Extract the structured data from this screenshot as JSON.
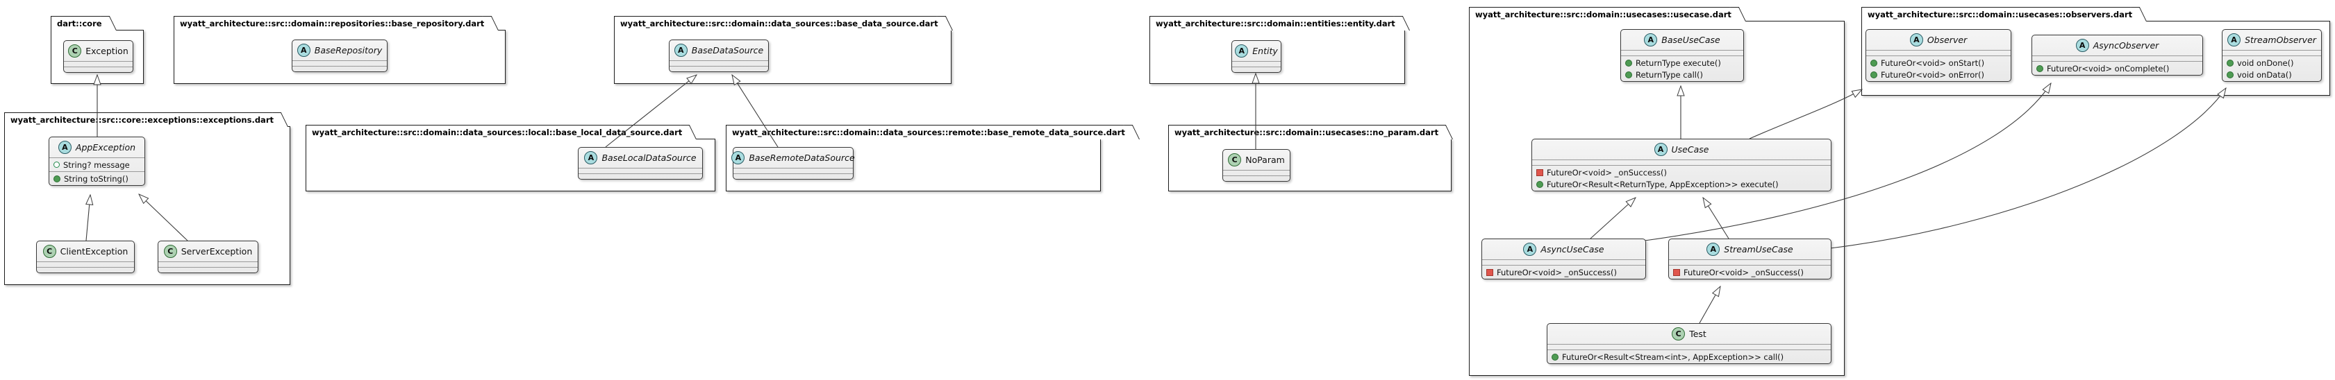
{
  "diagram": {
    "kind": "uml-class-diagram",
    "background": "#ffffff",
    "edge_color": "#3d3d3d",
    "abstract_icon_bg": "#A9DCDF",
    "class_icon_bg": "#ADD1B2"
  },
  "packages": [
    {
      "title": "dart::core",
      "classes": [
        {
          "name": "Exception",
          "kind": "class",
          "icon": "C",
          "attributes": [],
          "methods": []
        }
      ]
    },
    {
      "title": "wyatt_architecture::src::domain::repositories::base_repository.dart",
      "classes": [
        {
          "name": "BaseRepository",
          "kind": "abstract",
          "icon": "A",
          "attributes": [],
          "methods": []
        }
      ]
    },
    {
      "title": "wyatt_architecture::src::domain::data_sources::base_data_source.dart",
      "classes": [
        {
          "name": "BaseDataSource",
          "kind": "abstract",
          "icon": "A",
          "attributes": [],
          "methods": []
        }
      ]
    },
    {
      "title": "wyatt_architecture::src::domain::entities::entity.dart",
      "classes": [
        {
          "name": "Entity",
          "kind": "abstract",
          "icon": "A",
          "attributes": [],
          "methods": []
        }
      ]
    },
    {
      "title": "wyatt_architecture::src::core::exceptions::exceptions.dart",
      "classes": [
        {
          "name": "AppException",
          "kind": "abstract",
          "icon": "A",
          "attributes": [
            {
              "icon": "field-public",
              "text": "String? message"
            }
          ],
          "methods": [
            {
              "icon": "method-public",
              "text": "String toString()"
            }
          ]
        },
        {
          "name": "ClientException",
          "kind": "class",
          "icon": "C",
          "attributes": [],
          "methods": []
        },
        {
          "name": "ServerException",
          "kind": "class",
          "icon": "C",
          "attributes": [],
          "methods": []
        }
      ]
    },
    {
      "title": "wyatt_architecture::src::domain::data_sources::local::base_local_data_source.dart",
      "classes": [
        {
          "name": "BaseLocalDataSource",
          "kind": "abstract",
          "icon": "A",
          "attributes": [],
          "methods": []
        }
      ]
    },
    {
      "title": "wyatt_architecture::src::domain::data_sources::remote::base_remote_data_source.dart",
      "classes": [
        {
          "name": "BaseRemoteDataSource",
          "kind": "abstract",
          "icon": "A",
          "attributes": [],
          "methods": []
        }
      ]
    },
    {
      "title": "wyatt_architecture::src::domain::usecases::no_param.dart",
      "classes": [
        {
          "name": "NoParam",
          "kind": "class",
          "icon": "C",
          "attributes": [],
          "methods": []
        }
      ]
    },
    {
      "title": "wyatt_architecture::src::domain::usecases::usecase.dart",
      "classes": [
        {
          "name": "BaseUseCase",
          "kind": "abstract",
          "icon": "A",
          "attributes": [],
          "methods": [
            {
              "icon": "method-public",
              "text": "ReturnType execute()"
            },
            {
              "icon": "method-public",
              "text": "ReturnType call()"
            }
          ]
        },
        {
          "name": "UseCase",
          "kind": "abstract",
          "icon": "A",
          "attributes": [],
          "methods": [
            {
              "icon": "method-private",
              "text": "FutureOr<void> _onSuccess()"
            },
            {
              "icon": "method-public",
              "text": "FutureOr<Result<ReturnType, AppException>> execute()"
            }
          ]
        },
        {
          "name": "AsyncUseCase",
          "kind": "abstract",
          "icon": "A",
          "attributes": [],
          "methods": [
            {
              "icon": "method-private",
              "text": "FutureOr<void> _onSuccess()"
            }
          ]
        },
        {
          "name": "StreamUseCase",
          "kind": "abstract",
          "icon": "A",
          "attributes": [],
          "methods": [
            {
              "icon": "method-private",
              "text": "FutureOr<void> _onSuccess()"
            }
          ]
        },
        {
          "name": "Test",
          "kind": "class",
          "icon": "C",
          "attributes": [],
          "methods": [
            {
              "icon": "method-public",
              "text": "FutureOr<Result<Stream<int>, AppException>> call()"
            }
          ]
        }
      ]
    },
    {
      "title": "wyatt_architecture::src::domain::usecases::observers.dart",
      "classes": [
        {
          "name": "Observer",
          "kind": "abstract",
          "icon": "A",
          "attributes": [],
          "methods": [
            {
              "icon": "method-public",
              "text": "FutureOr<void> onStart()"
            },
            {
              "icon": "method-public",
              "text": "FutureOr<void> onError()"
            }
          ]
        },
        {
          "name": "AsyncObserver",
          "kind": "abstract",
          "icon": "A",
          "attributes": [],
          "methods": [
            {
              "icon": "method-public",
              "text": "FutureOr<void> onComplete()"
            }
          ]
        },
        {
          "name": "StreamObserver",
          "kind": "abstract",
          "icon": "A",
          "attributes": [],
          "methods": [
            {
              "icon": "method-public",
              "text": "void onDone()"
            },
            {
              "icon": "method-public",
              "text": "void onData()"
            }
          ]
        }
      ]
    }
  ],
  "edges": [
    {
      "from": "AppException",
      "to": "Exception",
      "relation": "extends"
    },
    {
      "from": "ClientException",
      "to": "AppException",
      "relation": "extends"
    },
    {
      "from": "ServerException",
      "to": "AppException",
      "relation": "extends"
    },
    {
      "from": "BaseLocalDataSource",
      "to": "BaseDataSource",
      "relation": "extends"
    },
    {
      "from": "BaseRemoteDataSource",
      "to": "BaseDataSource",
      "relation": "extends"
    },
    {
      "from": "NoParam",
      "to": "Entity",
      "relation": "extends"
    },
    {
      "from": "UseCase",
      "to": "BaseUseCase",
      "relation": "extends"
    },
    {
      "from": "AsyncUseCase",
      "to": "UseCase",
      "relation": "extends"
    },
    {
      "from": "StreamUseCase",
      "to": "UseCase",
      "relation": "extends"
    },
    {
      "from": "Test",
      "to": "StreamUseCase",
      "relation": "extends"
    },
    {
      "from": "UseCase",
      "to": "Observer",
      "relation": "extends"
    },
    {
      "from": "AsyncUseCase",
      "to": "AsyncObserver",
      "relation": "extends"
    },
    {
      "from": "StreamUseCase",
      "to": "StreamObserver",
      "relation": "extends"
    }
  ]
}
